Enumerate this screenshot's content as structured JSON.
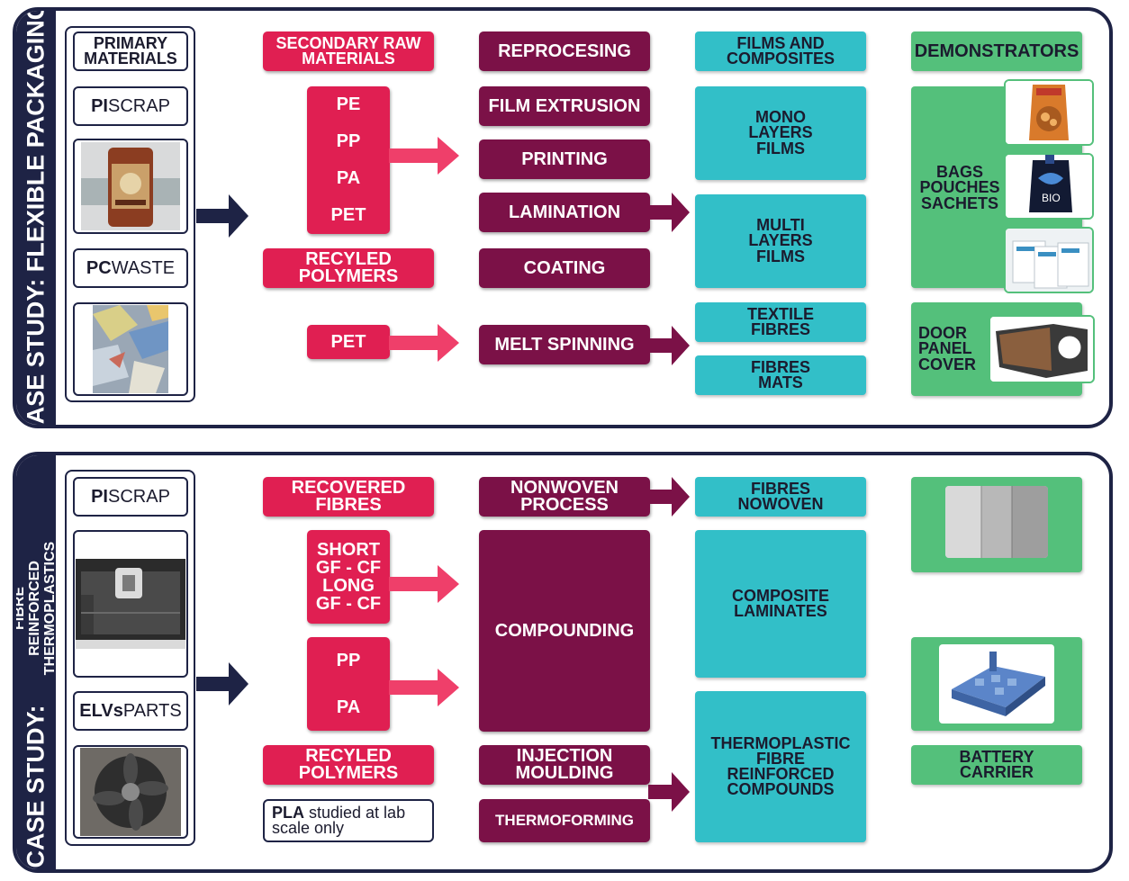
{
  "top": {
    "title": "CASE STUDY: FLEXIBLE PACKAGING",
    "inputs": {
      "primary": "PRIMARY\nMATERIALS",
      "pi_bold": "PI",
      "pi_rest": " SCRAP",
      "pc_bold": "PC",
      "pc_rest": " WASTE"
    },
    "secondary": "SECONDARY RAW\nMATERIALS",
    "polymers": [
      "PE",
      "PP",
      "PA",
      "PET"
    ],
    "recycled": "RECYLED\nPOLYMERS",
    "pet": "PET",
    "process": {
      "header": "REPROCESING",
      "film": "FILM EXTRUSION",
      "printing": "PRINTING",
      "lamination": "LAMINATION",
      "coating": "COATING",
      "melt": "MELT SPINNING"
    },
    "products": {
      "header": "FILMS AND\nCOMPOSITES",
      "mono": "MONO\nLAYERS\nFILMS",
      "multi": "MULTI\nLAYERS\nFILMS",
      "textile": "TEXTILE\nFIBRES",
      "mats": "FIBRES\nMATS"
    },
    "demo": {
      "header": "DEMONSTRATORS",
      "bags": "BAGS\nPOUCHES\nSACHETS",
      "door": "DOOR\nPANEL\nCOVER",
      "brand": "BIO"
    }
  },
  "bottom": {
    "title_main": "CASE STUDY:",
    "title_sub": "FIBRE REINFORCED\nTHERMOPLASTICS",
    "inputs": {
      "pi_bold": "PI",
      "pi_rest": " SCRAP",
      "elv_bold": "ELVs",
      "elv_rest": " PARTS"
    },
    "recovered": "RECOVERED\nFIBRES",
    "fibres": "SHORT\nGF - CF\nLONG\nGF - CF",
    "polymers": [
      "PP",
      "PA"
    ],
    "recycled": "RECYLED\nPOLYMERS",
    "pla_bold": "PLA",
    "pla_rest": " studied at lab\nscale only",
    "process": {
      "nonwoven": "NONWOVEN\nPROCESS",
      "compounding": "COMPOUNDING",
      "injection": "INJECTION\nMOULDING",
      "thermoforming": "THERMOFORMING"
    },
    "products": {
      "nowoven": "FIBRES\nNOWOVEN",
      "laminates": "COMPOSITE\nLAMINATES",
      "thermo": "THERMOPLASTIC\nFIBRE\nREINFORCED\nCOMPOUNDS"
    },
    "demo": {
      "battery": "BATTERY\nCARRIER"
    }
  },
  "colors": {
    "navy": "#1e2345",
    "red": "#e01f52",
    "plum": "#7b1147",
    "teal": "#32bfc8",
    "green": "#54c07b",
    "arrow_pink": "#ef3f6a"
  }
}
